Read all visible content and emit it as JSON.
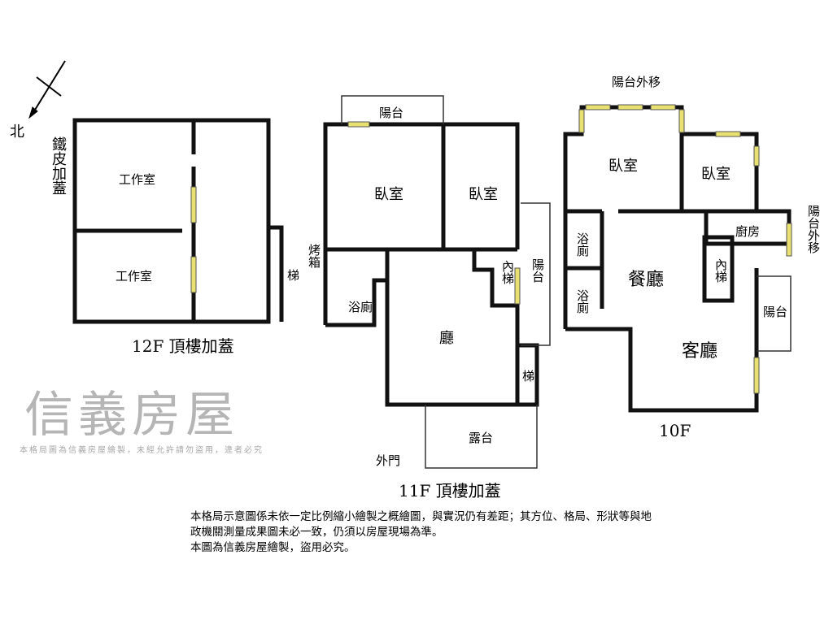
{
  "compass": {
    "label": "北"
  },
  "floor12": {
    "title": "12F 頂樓加蓋",
    "roof": "鐵皮加蓋",
    "room1": "工作室",
    "room2": "工作室",
    "stairs": "梯"
  },
  "floor11": {
    "title": "11F 頂樓加蓋",
    "balcony_top": "陽台",
    "bed1": "臥室",
    "bed2": "臥室",
    "oven": "烤箱",
    "bath": "浴廁",
    "inner_stairs": "內梯",
    "balcony_right": "陽台",
    "hall": "廳",
    "stairs": "梯",
    "terrace": "露台",
    "door": "外門"
  },
  "floor10": {
    "title": "10F",
    "balcony_ext_top": "陽台外移",
    "bed1": "臥室",
    "bed2": "臥室",
    "bath1": "浴廁",
    "bath2": "浴廁",
    "kitchen": "廚房",
    "balcony_ext_right": "陽台外移",
    "dining": "餐廳",
    "inner_stairs": "內梯",
    "balcony": "陽台",
    "living": "客廳"
  },
  "watermark": {
    "brand": "信義房屋",
    "notice": "本格局圖為信義房屋繪製，未經允許請勿盜用，違者必究"
  },
  "disclaimer": [
    "本格局示意圖係未依一定比例縮小繪製之概繪圖，與實況仍有差距；其方位、格局、形狀等與地政機關測量成果圖未必一致，仍須以房屋現場為準。",
    "本圖為信義房屋繪製，盜用必究。"
  ]
}
